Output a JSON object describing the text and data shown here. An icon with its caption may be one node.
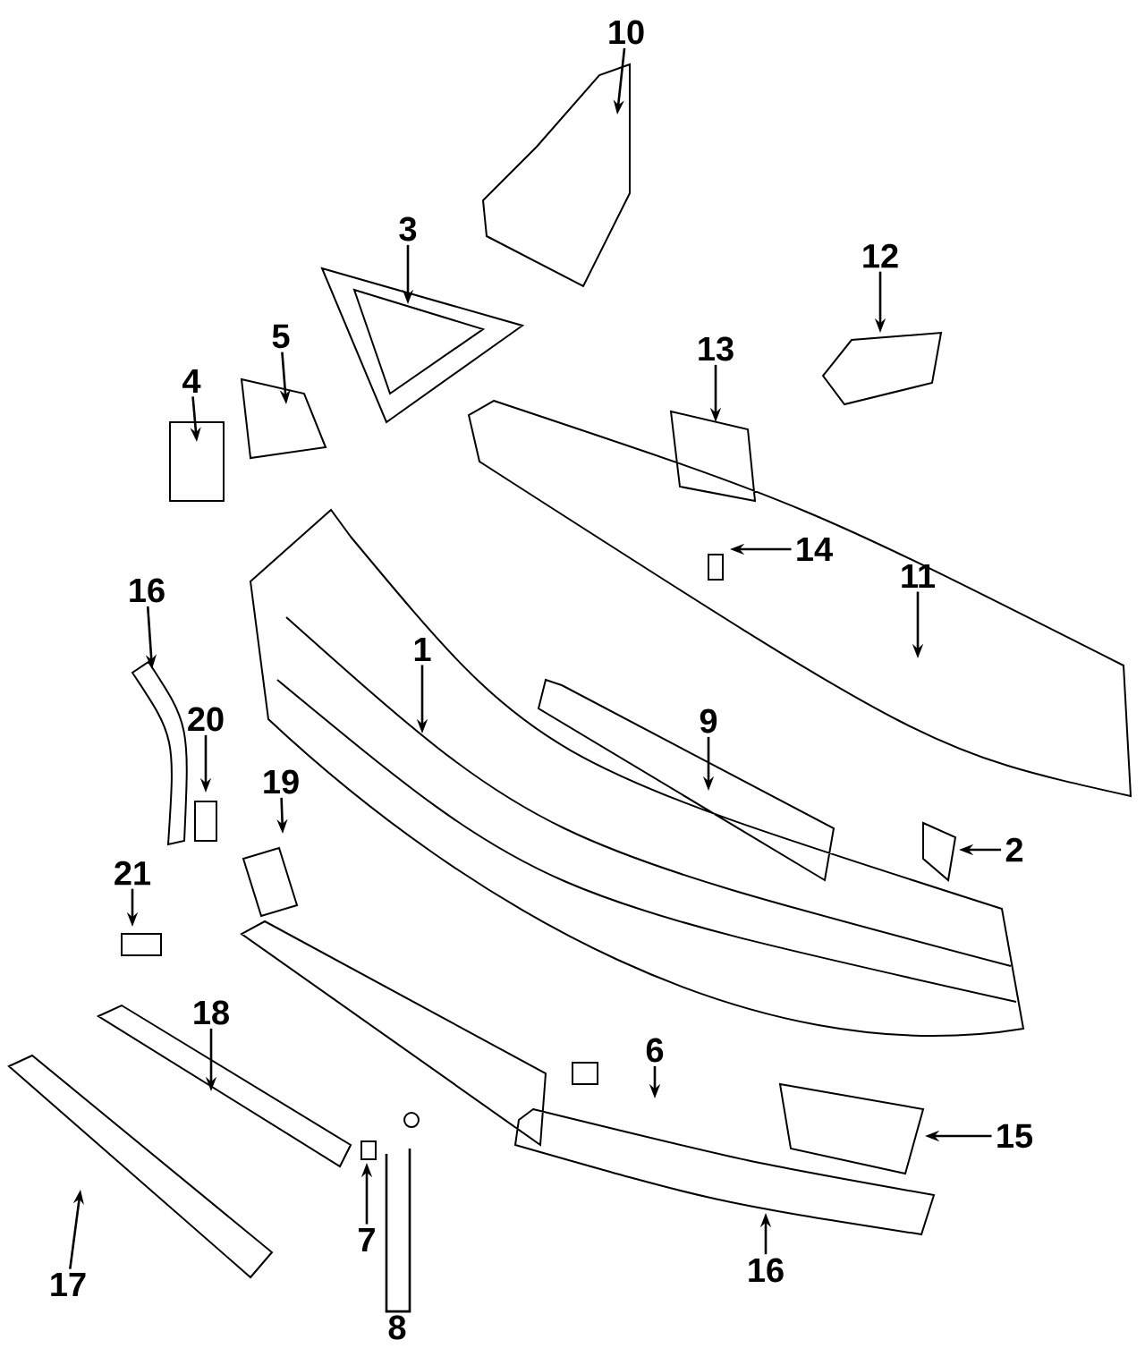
{
  "diagram": {
    "nodes": [
      {
        "text": [
          "10"
        ]
      },
      {
        "text": [
          "3"
        ]
      },
      {
        "text": [
          "12"
        ]
      },
      {
        "text": [
          "4"
        ]
      },
      {
        "text": [
          "5"
        ]
      },
      {
        "text": [
          "13"
        ]
      },
      {
        "text": [
          "14"
        ]
      },
      {
        "text": [
          "16"
        ]
      },
      {
        "text": [
          "11"
        ]
      },
      {
        "text": [
          "1"
        ]
      },
      {
        "text": [
          "20"
        ]
      },
      {
        "text": [
          "9"
        ]
      },
      {
        "text": [
          "19"
        ]
      },
      {
        "text": [
          "2"
        ]
      },
      {
        "text": [
          "21"
        ]
      },
      {
        "text": [
          "18"
        ]
      },
      {
        "text": [
          "6"
        ]
      },
      {
        "text": [
          "15"
        ]
      },
      {
        "text": [
          "7"
        ]
      },
      {
        "text": [
          "17"
        ]
      },
      {
        "text": [
          "16"
        ]
      },
      {
        "text": [
          "8"
        ]
      }
    ],
    "edges": [
      {
        "from": 0,
        "to": null,
        "arrow": "to"
      },
      {
        "from": 1,
        "to": null,
        "arrow": "to"
      },
      {
        "from": 2,
        "to": null,
        "arrow": "to"
      },
      {
        "from": 3,
        "to": null,
        "arrow": "to"
      },
      {
        "from": 4,
        "to": null,
        "arrow": "to"
      },
      {
        "from": 5,
        "to": null,
        "arrow": "to"
      },
      {
        "from": 6,
        "to": null,
        "arrow": "to"
      },
      {
        "from": 7,
        "to": null,
        "arrow": "to"
      },
      {
        "from": 8,
        "to": null,
        "arrow": "to"
      },
      {
        "from": 9,
        "to": null,
        "arrow": "to"
      },
      {
        "from": 10,
        "to": null,
        "arrow": "to"
      },
      {
        "from": 11,
        "to": null,
        "arrow": "to"
      },
      {
        "from": 12,
        "to": null,
        "arrow": "to"
      },
      {
        "from": 13,
        "to": null,
        "arrow": "to"
      },
      {
        "from": 14,
        "to": null,
        "arrow": "to"
      },
      {
        "from": 15,
        "to": null,
        "arrow": "to"
      },
      {
        "from": 16,
        "to": null,
        "arrow": "to"
      },
      {
        "from": 17,
        "to": null,
        "arrow": "to"
      },
      {
        "from": 18,
        "to": null,
        "arrow": "to"
      },
      {
        "from": 19,
        "to": null,
        "arrow": "to"
      },
      {
        "from": 20,
        "to": null,
        "arrow": "to"
      },
      {
        "from": 21,
        "to": null,
        "arrow": "none"
      },
      {
        "from": 21,
        "to": null,
        "arrow": "none"
      }
    ]
  }
}
